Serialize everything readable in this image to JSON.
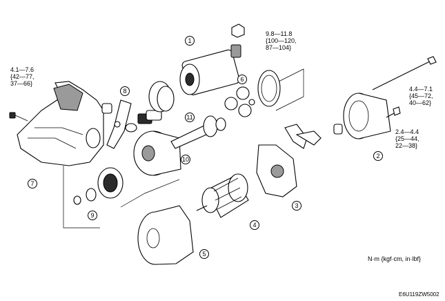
{
  "callouts": {
    "c1": "1",
    "c2": "2",
    "c3": "3",
    "c4": "4",
    "c5": "5",
    "c6": "6",
    "c7": "7",
    "c8": "8",
    "c9": "9",
    "c10": "10",
    "c11": "11"
  },
  "torque": {
    "t1": [
      "9.8—11.8",
      "{100—120,",
      "87—104}"
    ],
    "t2": [
      "4.1—7.6",
      "{42—77,",
      "37—66}"
    ],
    "t3": [
      "4.4—7.1",
      "{45—72,",
      "40—62}"
    ],
    "t4": [
      "2.4—4.4",
      "{25—44,",
      "22—38}"
    ]
  },
  "units": "N·m {kgf·cm, in·lbf}",
  "figure_code": "E6U119ZW5002"
}
